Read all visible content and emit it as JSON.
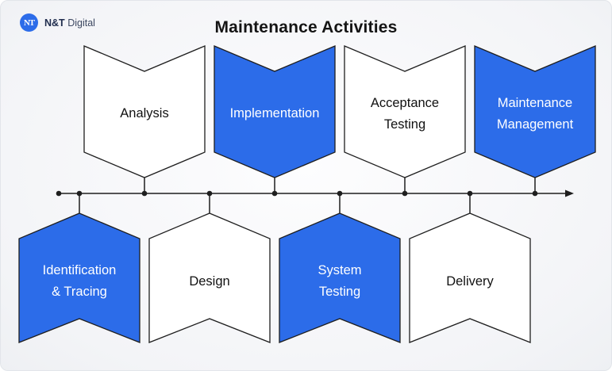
{
  "header": {
    "logo_monogram": "NT",
    "brand_bold": "N&T",
    "brand_regular": "Digital"
  },
  "title": "Maintenance Activities",
  "colors": {
    "accent": "#2c6ce9",
    "outline": "#1e1e1e",
    "text_dark": "#111111",
    "text_on_accent": "#ffffff",
    "brand_text": "#1f2c4d"
  },
  "timeline": {
    "direction": "left-to-right",
    "node_count": 9
  },
  "top_row": [
    {
      "label": "Analysis",
      "lines": [
        "Analysis"
      ],
      "highlighted": false
    },
    {
      "label": "Implementation",
      "lines": [
        "Implementation"
      ],
      "highlighted": true
    },
    {
      "label": "Acceptance Testing",
      "lines": [
        "Acceptance",
        "Testing"
      ],
      "highlighted": false
    },
    {
      "label": "Maintenance Management",
      "lines": [
        "Maintenance",
        "Management"
      ],
      "highlighted": true
    }
  ],
  "bottom_row": [
    {
      "label": "Identification & Tracing",
      "lines": [
        "Identification",
        "& Tracing"
      ],
      "highlighted": true
    },
    {
      "label": "Design",
      "lines": [
        "Design"
      ],
      "highlighted": false
    },
    {
      "label": "System Testing",
      "lines": [
        "System",
        "Testing"
      ],
      "highlighted": true
    },
    {
      "label": "Delivery",
      "lines": [
        "Delivery"
      ],
      "highlighted": false
    }
  ]
}
